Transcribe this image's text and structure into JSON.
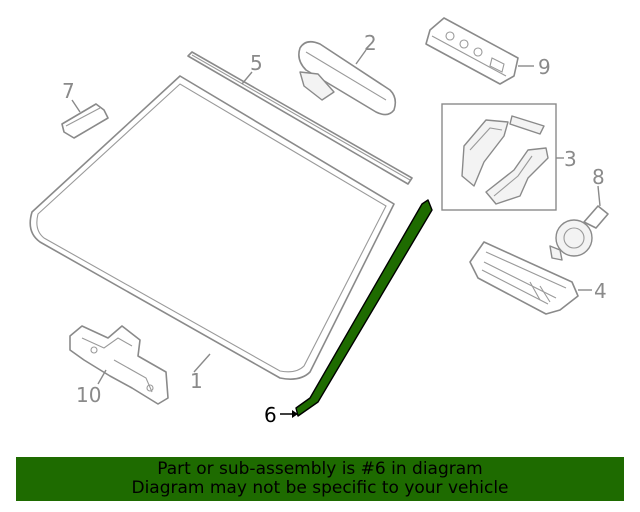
{
  "diagram": {
    "highlight_color": "#1e6b00",
    "callouts": [
      {
        "id": "1",
        "text": "1"
      },
      {
        "id": "2",
        "text": "2"
      },
      {
        "id": "3",
        "text": "3"
      },
      {
        "id": "4",
        "text": "4"
      },
      {
        "id": "5",
        "text": "5"
      },
      {
        "id": "6",
        "text": "6"
      },
      {
        "id": "7",
        "text": "7"
      },
      {
        "id": "8",
        "text": "8"
      },
      {
        "id": "9",
        "text": "9"
      },
      {
        "id": "10",
        "text": "10"
      }
    ],
    "highlighted_part": "6"
  },
  "banner": {
    "line1": "Part or sub-assembly is #6 in diagram",
    "line2": "Diagram may not be specific to your vehicle"
  }
}
